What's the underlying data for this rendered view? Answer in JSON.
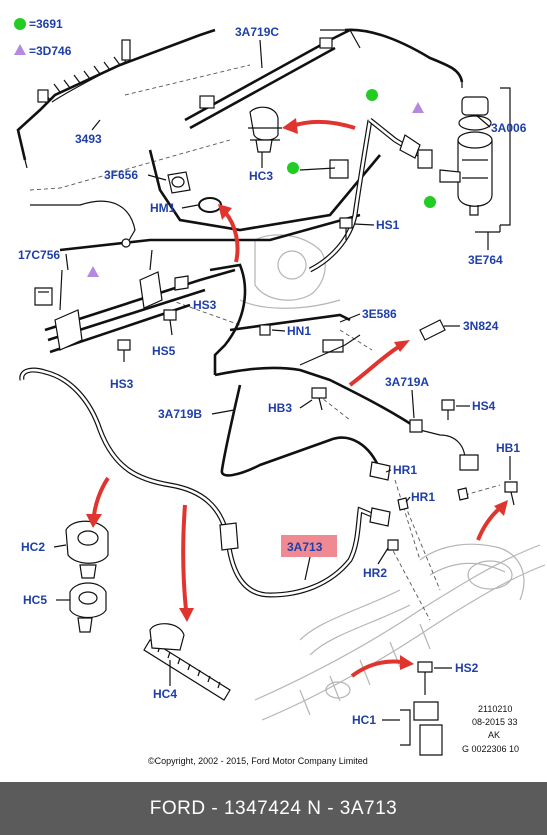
{
  "legend": {
    "green": {
      "label": "=3691",
      "color": "#22cc22"
    },
    "purple": {
      "label": "=3D746",
      "color": "#b48ae0"
    }
  },
  "labels": {
    "l3493": "3493",
    "l3A719C": "3A719C",
    "l3A006": "3A006",
    "l3F656": "3F656",
    "lHC3a": "HC3",
    "lHM1": "HM1",
    "lHS1": "HS1",
    "l3E764": "3E764",
    "l17C756": "17C756",
    "lHS3a": "HS3",
    "l3E586": "3E586",
    "lHS5": "HS5",
    "lHN1": "HN1",
    "l3N824": "3N824",
    "lHS3b": "HS3",
    "l3A719A": "3A719A",
    "l3A719B": "3A719B",
    "lHB3": "HB3",
    "lHS4": "HS4",
    "lHB1": "HB1",
    "lHR1a": "HR1",
    "lHR1b": "HR1",
    "lHC2": "HC2",
    "l3A713": "3A713",
    "lHR2": "HR2",
    "lHC5": "HC5",
    "lHS2": "HS2",
    "lHC4": "HC4",
    "lHC1": "HC1"
  },
  "highlight_color": "#f08a92",
  "ref_code": {
    "line1": "2110210",
    "line2": "08-2015 33",
    "line3": "AK",
    "line4": "G 0022306 10"
  },
  "copyright": "©Copyright, 2002 - 2015, Ford Motor Company Limited",
  "footer": "FORD - 1347424     N - 3A713"
}
